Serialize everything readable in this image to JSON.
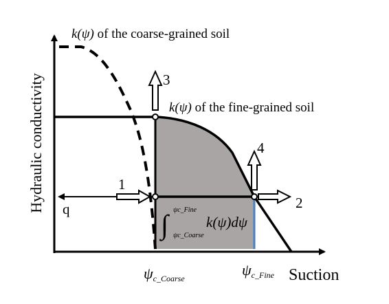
{
  "axes": {
    "y_label": "Hydraulic conductivity",
    "x_label": "Suction"
  },
  "curves": {
    "coarse_label_func": "k(ψ)",
    "coarse_label_rest": " of the coarse-grained soil",
    "fine_label_func": "k(ψ)",
    "fine_label_rest": " of the fine-grained soil"
  },
  "markers": {
    "psi_symbol": "ψ",
    "coarse_sub": "c_Coarse",
    "fine_sub": "c_Fine"
  },
  "flux": {
    "q": "q"
  },
  "arrows": [
    "1",
    "2",
    "3",
    "4"
  ],
  "integral": {
    "upper": "ψc_Fine",
    "lower": "ψc_Coarse",
    "integrand": "k(ψ)dψ"
  },
  "colors": {
    "shade": "#a9a5a4",
    "fine_line": "#4a7fc1",
    "ink": "#000000"
  }
}
